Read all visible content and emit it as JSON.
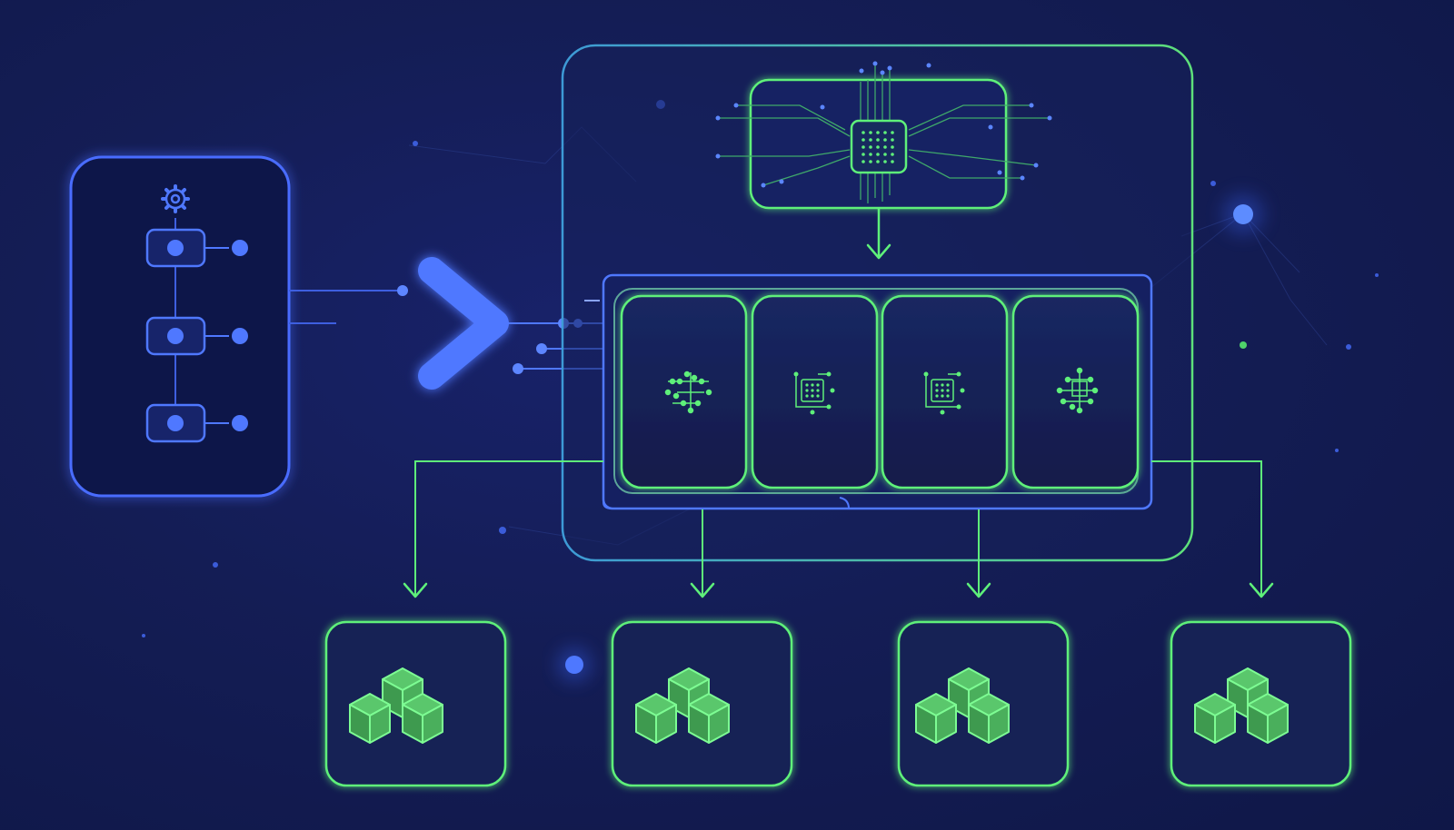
{
  "diagram": {
    "labels": [],
    "colors": {
      "background": "#141d52",
      "blue": "#4f78ff",
      "blue_light": "#6e94ff",
      "green": "#5ef07a",
      "green_dim": "#3fb85e",
      "cube_fill": "#3e9a4f",
      "cube_top": "#58c46a",
      "dot": "#5b86ff"
    },
    "source_panel": {
      "icon": "gear-icon",
      "nodes": [
        "node-1",
        "node-2",
        "node-3"
      ]
    },
    "processor": {
      "icon": "chip-icon"
    },
    "segments": [
      {
        "icon": "network-icon"
      },
      {
        "icon": "chip-grid-icon"
      },
      {
        "icon": "chip-grid-icon"
      },
      {
        "icon": "network-icon"
      }
    ],
    "outputs": [
      {
        "icon": "cubes-icon"
      },
      {
        "icon": "cubes-icon"
      },
      {
        "icon": "cubes-icon"
      },
      {
        "icon": "cubes-icon"
      }
    ]
  }
}
